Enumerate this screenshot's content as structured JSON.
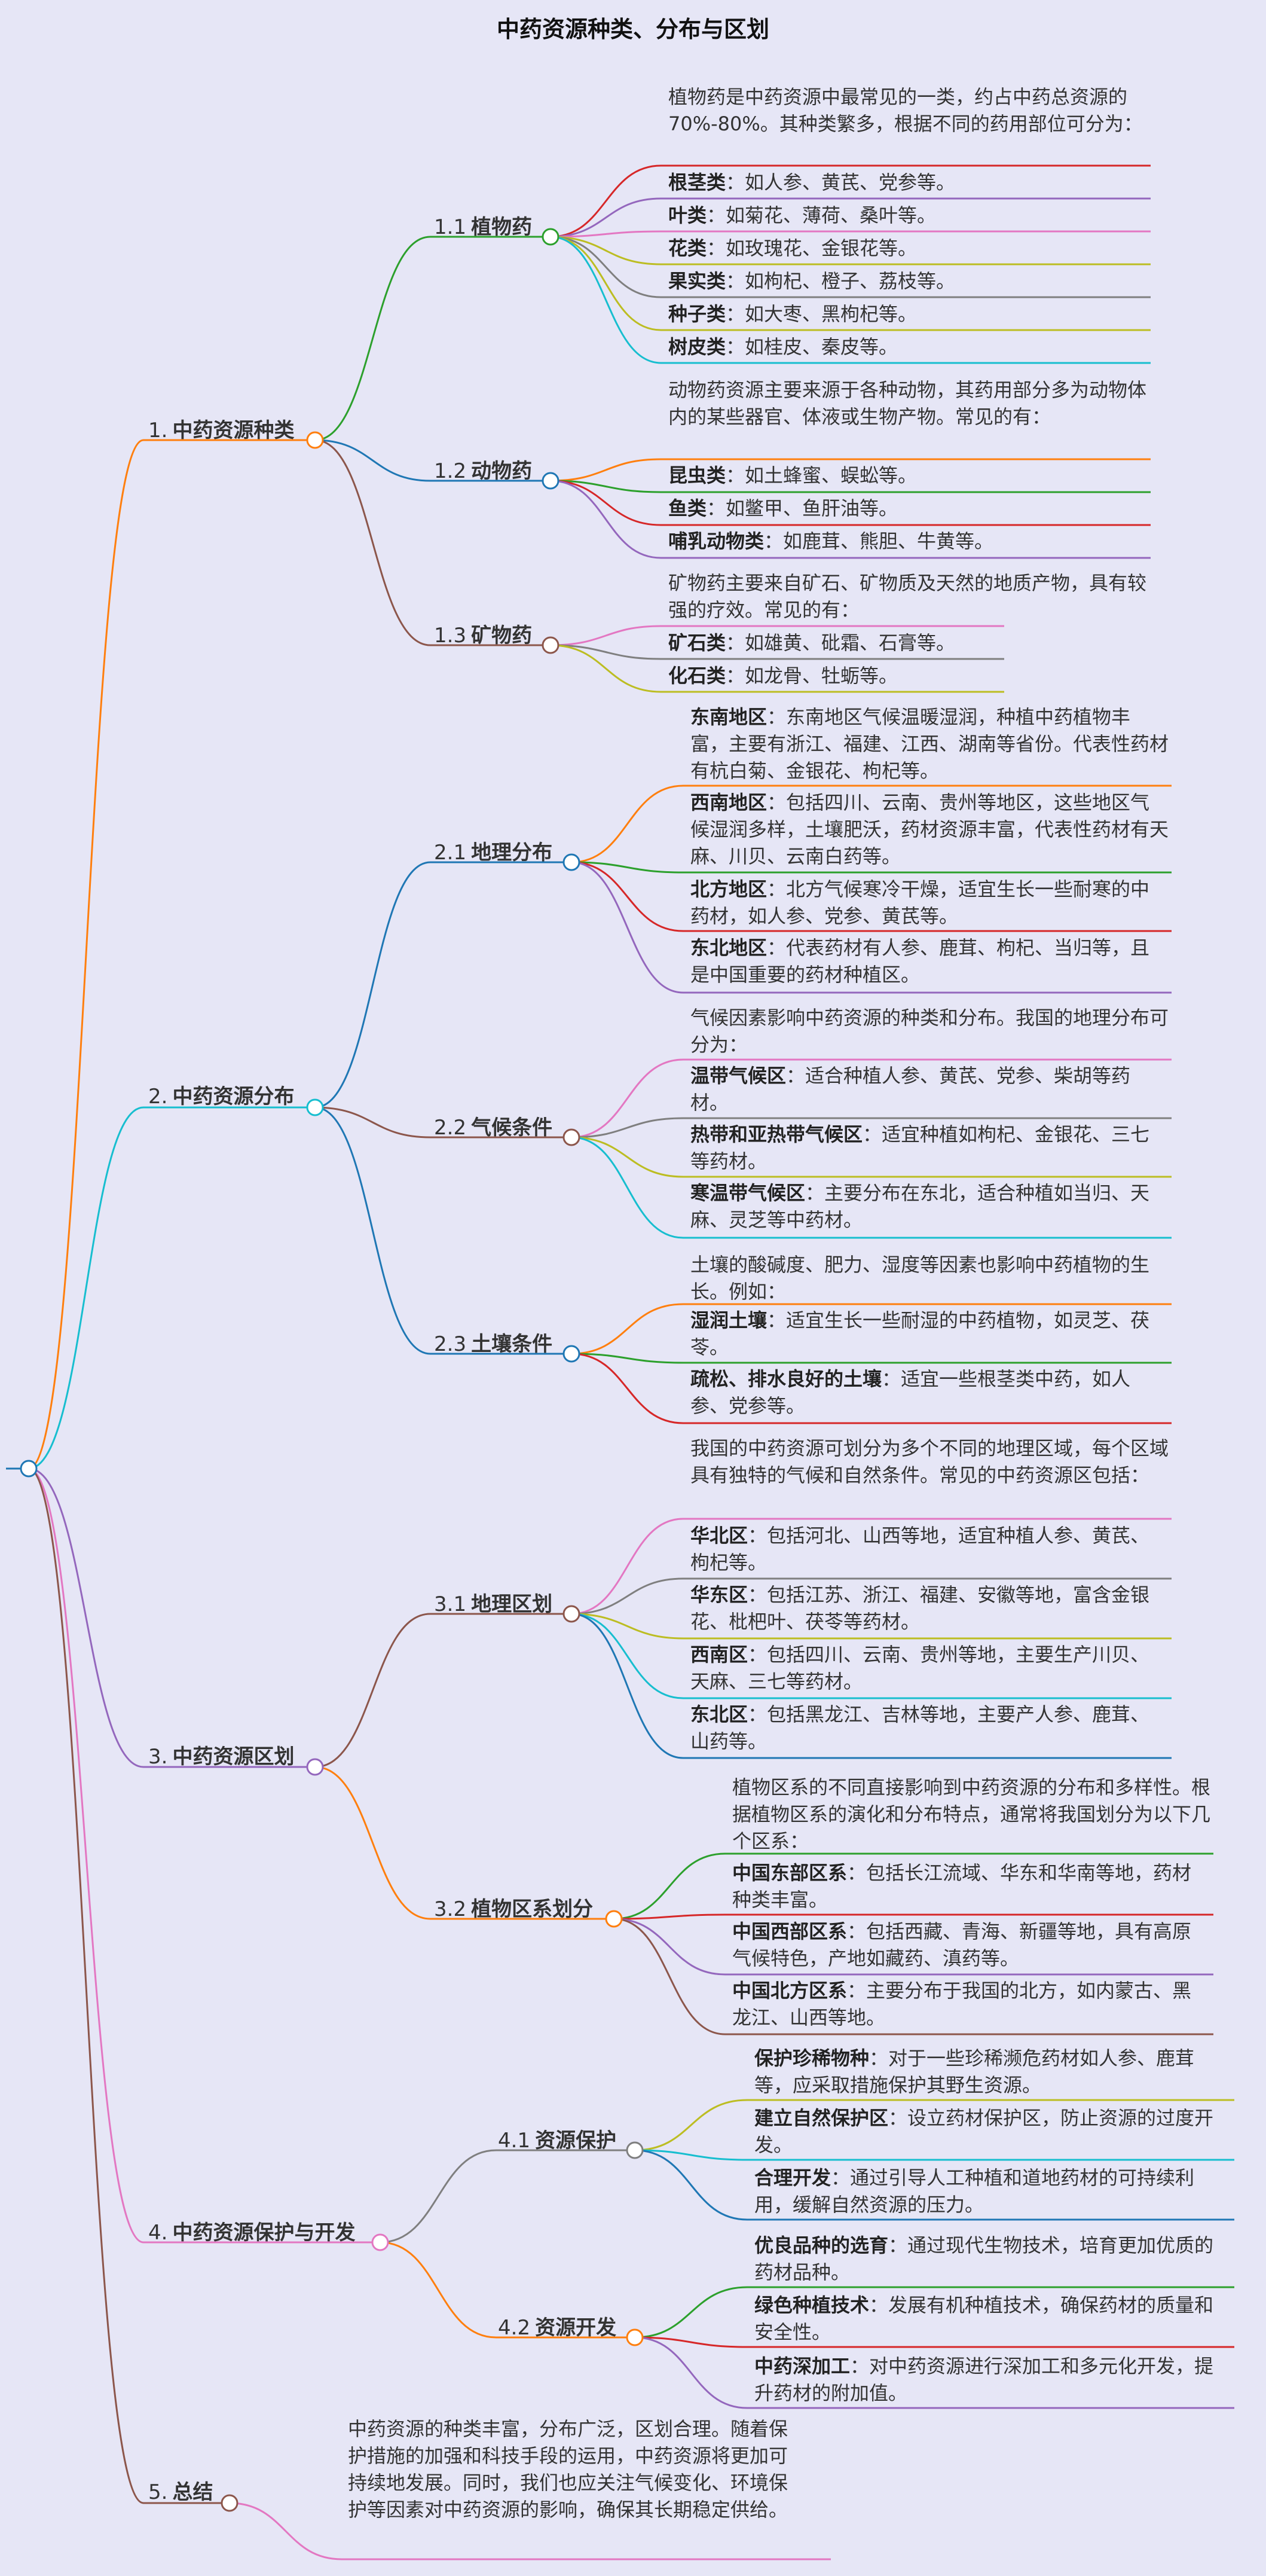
{
  "title": "中药资源种类、分布与区划",
  "colors": {
    "background": "#e6e6f6",
    "orange": "#ff7f0e",
    "cyan": "#17becf",
    "purple": "#9467bd",
    "pink": "#e377c2",
    "brown": "#8c564b",
    "green": "#2ca02c",
    "blue": "#1f77b4",
    "red": "#d62728",
    "olive": "#bcbd22",
    "gray": "#7f7f7f"
  },
  "sections": [
    {
      "num": "1.",
      "label": "中药资源种类",
      "subs": [
        {
          "num": "1.1",
          "label": "植物药",
          "note": "植物药是中药资源中最常见的一类，约占中药总资源的70%-80%。其种类繁多，根据不同的药用部位可分为：",
          "items": [
            {
              "term": "根茎类",
              "text": "：如人参、黄芪、党参等。"
            },
            {
              "term": "叶类",
              "text": "：如菊花、薄荷、桑叶等。"
            },
            {
              "term": "花类",
              "text": "：如玫瑰花、金银花等。"
            },
            {
              "term": "果实类",
              "text": "：如枸杞、橙子、荔枝等。"
            },
            {
              "term": "种子类",
              "text": "：如大枣、黑枸杞等。"
            },
            {
              "term": "树皮类",
              "text": "：如桂皮、秦皮等。"
            }
          ]
        },
        {
          "num": "1.2",
          "label": "动物药",
          "note": "动物药资源主要来源于各种动物，其药用部分多为动物体内的某些器官、体液或生物产物。常见的有：",
          "items": [
            {
              "term": "昆虫类",
              "text": "：如土蜂蜜、蜈蚣等。"
            },
            {
              "term": "鱼类",
              "text": "：如鳖甲、鱼肝油等。"
            },
            {
              "term": "哺乳动物类",
              "text": "：如鹿茸、熊胆、牛黄等。"
            }
          ]
        },
        {
          "num": "1.3",
          "label": "矿物药",
          "note": "矿物药主要来自矿石、矿物质及天然的地质产物，具有较强的疗效。常见的有：",
          "items": [
            {
              "term": "矿石类",
              "text": "：如雄黄、砒霜、石膏等。"
            },
            {
              "term": "化石类",
              "text": "：如龙骨、牡蛎等。"
            }
          ]
        }
      ]
    },
    {
      "num": "2.",
      "label": "中药资源分布",
      "subs": [
        {
          "num": "2.1",
          "label": "地理分布",
          "note": "",
          "items": [
            {
              "term": "东南地区",
              "text": "：东南地区气候温暖湿润，种植中药植物丰富，主要有浙江、福建、江西、湖南等省份。代表性药材有杭白菊、金银花、枸杞等。"
            },
            {
              "term": "西南地区",
              "text": "：包括四川、云南、贵州等地区，这些地区气候湿润多样，土壤肥沃，药材资源丰富，代表性药材有天麻、川贝、云南白药等。"
            },
            {
              "term": "北方地区",
              "text": "：北方气候寒冷干燥，适宜生长一些耐寒的中药材，如人参、党参、黄芪等。"
            },
            {
              "term": "东北地区",
              "text": "：代表药材有人参、鹿茸、枸杞、当归等，且是中国重要的药材种植区。"
            }
          ]
        },
        {
          "num": "2.2",
          "label": "气候条件",
          "note": "气候因素影响中药资源的种类和分布。我国的地理分布可分为：",
          "items": [
            {
              "term": "温带气候区",
              "text": "：适合种植人参、黄芪、党参、柴胡等药材。"
            },
            {
              "term": "热带和亚热带气候区",
              "text": "：适宜种植如枸杞、金银花、三七等药材。"
            },
            {
              "term": "寒温带气候区",
              "text": "：主要分布在东北，适合种植如当归、天麻、灵芝等中药材。"
            }
          ]
        },
        {
          "num": "2.3",
          "label": "土壤条件",
          "note": "土壤的酸碱度、肥力、湿度等因素也影响中药植物的生长。例如：",
          "items": [
            {
              "term": "湿润土壤",
              "text": "：适宜生长一些耐湿的中药植物，如灵芝、茯苓。"
            },
            {
              "term": "疏松、排水良好的土壤",
              "text": "：适宜一些根茎类中药，如人参、党参等。"
            }
          ]
        }
      ]
    },
    {
      "num": "3.",
      "label": "中药资源区划",
      "subs": [
        {
          "num": "3.1",
          "label": "地理区划",
          "note": "我国的中药资源可划分为多个不同的地理区域，每个区域具有独特的气候和自然条件。常见的中药资源区包括：",
          "items": [
            {
              "term": "华北区",
              "text": "：包括河北、山西等地，适宜种植人参、黄芪、枸杞等。"
            },
            {
              "term": "华东区",
              "text": "：包括江苏、浙江、福建、安徽等地，富含金银花、枇杷叶、茯苓等药材。"
            },
            {
              "term": "西南区",
              "text": "：包括四川、云南、贵州等地，主要生产川贝、天麻、三七等药材。"
            },
            {
              "term": "东北区",
              "text": "：包括黑龙江、吉林等地，主要产人参、鹿茸、山药等。"
            }
          ]
        },
        {
          "num": "3.2",
          "label": "植物区系划分",
          "note": "植物区系的不同直接影响到中药资源的分布和多样性。根据植物区系的演化和分布特点，通常将我国划分为以下几个区系：",
          "items": [
            {
              "term": "中国东部区系",
              "text": "：包括长江流域、华东和华南等地，药材种类丰富。"
            },
            {
              "term": "中国西部区系",
              "text": "：包括西藏、青海、新疆等地，具有高原气候特色，产地如藏药、滇药等。"
            },
            {
              "term": "中国北方区系",
              "text": "：主要分布于我国的北方，如内蒙古、黑龙江、山西等地。"
            }
          ]
        }
      ]
    },
    {
      "num": "4.",
      "label": "中药资源保护与开发",
      "subs": [
        {
          "num": "4.1",
          "label": "资源保护",
          "note": "",
          "items": [
            {
              "term": "保护珍稀物种",
              "text": "：对于一些珍稀濒危药材如人参、鹿茸等，应采取措施保护其野生资源。"
            },
            {
              "term": "建立自然保护区",
              "text": "：设立药材保护区，防止资源的过度开发。"
            },
            {
              "term": "合理开发",
              "text": "：通过引导人工种植和道地药材的可持续利用，缓解自然资源的压力。"
            }
          ]
        },
        {
          "num": "4.2",
          "label": "资源开发",
          "note": "",
          "items": [
            {
              "term": "优良品种的选育",
              "text": "：通过现代生物技术，培育更加优质的药材品种。"
            },
            {
              "term": "绿色种植技术",
              "text": "：发展有机种植技术，确保药材的质量和安全性。"
            },
            {
              "term": "中药深加工",
              "text": "：对中药资源进行深加工和多元化开发，提升药材的附加值。"
            }
          ]
        }
      ]
    },
    {
      "num": "5.",
      "label": "总结",
      "summary": "中药资源的种类丰富，分布广泛，区划合理。随着保护措施的加强和科技手段的运用，中药资源将更加可持续地发展。同时，我们也应关注气候变化、环境保护等因素对中药资源的影响，确保其长期稳定供给。",
      "subs": []
    }
  ]
}
